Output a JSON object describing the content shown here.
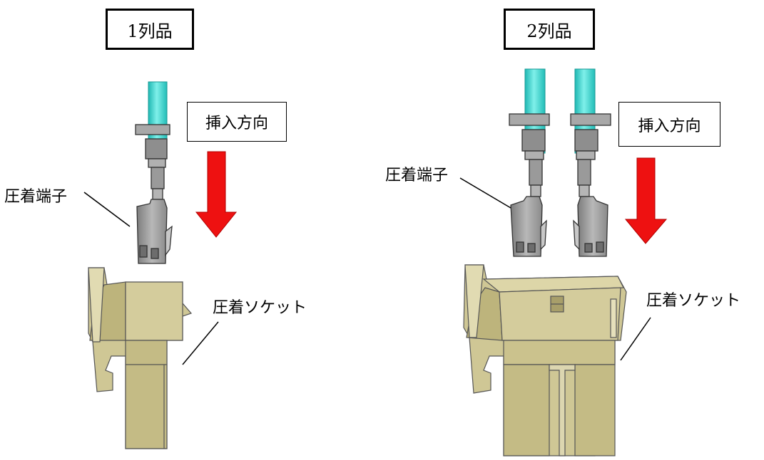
{
  "left_panel": {
    "title": "1列品",
    "insert_direction_label": "挿入方向",
    "terminal_label": "圧着端子",
    "socket_label": "圧着ソケット"
  },
  "right_panel": {
    "title": "2列品",
    "insert_direction_label": "挿入方向",
    "terminal_label": "圧着端子",
    "socket_label": "圧着ソケット"
  },
  "colors": {
    "wire": "#3fd6d0",
    "terminal": "#9c9c9c",
    "socket": "#c7c08a",
    "arrow": "#ee1111"
  }
}
